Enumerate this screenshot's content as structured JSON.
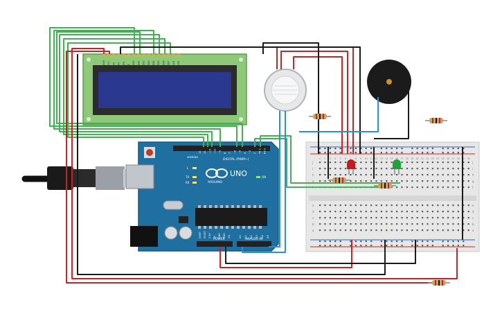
{
  "arduino": {
    "brand": "ARDUINO",
    "model": "UNO",
    "digital_label": "DIGITAL (PWM~)",
    "analog_label": "ANALOG IN",
    "power_label": "POWER",
    "aref": "AREF",
    "gnd": "GND",
    "led_l": "L",
    "led_tx": "TX",
    "led_rx": "RX",
    "led_on": "ON",
    "digital_pins": [
      "13",
      "12",
      "~11",
      "~10",
      "~9",
      "8",
      "7",
      "~6",
      "~5",
      "4",
      "~3",
      "2",
      "TX 1",
      "RX 0"
    ],
    "power_pins": [
      "IOREF",
      "RESET",
      "3.3V",
      "5V",
      "GND",
      "GND",
      "Vin"
    ],
    "analog_pins": [
      "A0",
      "A1",
      "A2",
      "A3",
      "A4",
      "A5"
    ]
  },
  "lcd": {
    "pin_labels": [
      "GND",
      "VCC",
      "V0",
      "RS",
      "RW",
      "E",
      "DB0",
      "DB1",
      "DB2",
      "DB3",
      "DB4",
      "DB5",
      "DB6",
      "DB7",
      "LED",
      "LED"
    ]
  },
  "breadboard": {
    "columns": [
      "1",
      "2",
      "3",
      "4",
      "5",
      "6",
      "7",
      "8",
      "9",
      "10",
      "11",
      "12",
      "13",
      "14",
      "15",
      "16",
      "17",
      "18",
      "19",
      "20",
      "21",
      "22",
      "23",
      "24",
      "25",
      "26",
      "27",
      "28",
      "29",
      "30"
    ],
    "rows_top": [
      "j",
      "i",
      "h",
      "g",
      "f"
    ],
    "rows_bottom": [
      "e",
      "d",
      "c",
      "b",
      "a"
    ]
  },
  "colors": {
    "wire_red": "#d01f1f",
    "wire_black": "#1a1a1a",
    "wire_green": "#3fb34f",
    "wire_blue": "#2b8fd6",
    "board_blue": "#1f6fa0",
    "lcd_green": "#8ec97a",
    "lcd_screen": "#2a3890"
  }
}
